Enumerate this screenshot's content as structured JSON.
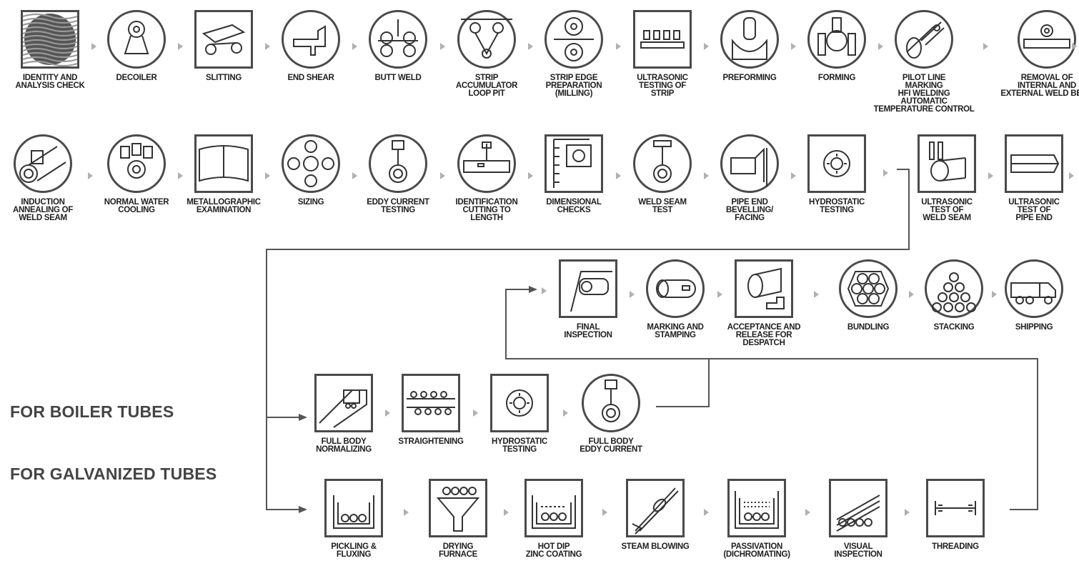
{
  "sections": {
    "boiler_label": "FOR BOILER TUBES",
    "galvanized_label": "FOR GALVANIZED TUBES"
  },
  "row1": [
    {
      "label": "IDENTITY AND\nANALYSIS CHECK",
      "shape": "square",
      "icon": "coil-texture-icon"
    },
    {
      "label": "DECOILER",
      "shape": "circle",
      "icon": "decoiler-icon"
    },
    {
      "label": "SLITTING",
      "shape": "square",
      "icon": "slitting-icon"
    },
    {
      "label": "END SHEAR",
      "shape": "circle",
      "icon": "shear-icon"
    },
    {
      "label": "BUTT WELD",
      "shape": "circle",
      "icon": "butt-weld-icon"
    },
    {
      "label": "STRIP\nACCUMULATOR\nLOOP PIT",
      "shape": "circle",
      "icon": "accumulator-icon"
    },
    {
      "label": "STRIP EDGE\nPREPARATION\n(MILLING)",
      "shape": "circle",
      "icon": "milling-icon"
    },
    {
      "label": "ULTRASONIC\nTESTING OF\nSTRIP",
      "shape": "square",
      "icon": "ultrasonic-strip-icon"
    },
    {
      "label": "PREFORMING",
      "shape": "circle",
      "icon": "preforming-icon"
    },
    {
      "label": "FORMING",
      "shape": "circle",
      "icon": "forming-icon"
    },
    {
      "label": "PILOT LINE\nMARKING\nHFI WELDING\nAUTOMATIC\nTEMPERATURE CONTROL",
      "shape": "circle",
      "icon": "hfi-welding-icon"
    },
    {
      "label": "REMOVAL OF\nINTERNAL AND\nEXTERNAL WELD BEAD",
      "shape": "circle",
      "icon": "bead-removal-icon"
    }
  ],
  "row2": [
    {
      "label": "INDUCTION\nANNEALING OF\nWELD SEAM",
      "shape": "circle",
      "icon": "induction-icon"
    },
    {
      "label": "NORMAL WATER\nCOOLING",
      "shape": "circle",
      "icon": "water-cooling-icon"
    },
    {
      "label": "METALLOGRAPHIC\nEXAMINATION",
      "shape": "square",
      "icon": "metallographic-icon"
    },
    {
      "label": "SIZING",
      "shape": "circle",
      "icon": "sizing-icon"
    },
    {
      "label": "EDDY CURRENT\nTESTING",
      "shape": "circle",
      "icon": "eddy-current-icon"
    },
    {
      "label": "IDENTIFICATION\nCUTTING TO\nLENGTH",
      "shape": "circle",
      "icon": "cutting-icon"
    },
    {
      "label": "DIMENSIONAL\nCHECKS",
      "shape": "square",
      "icon": "caliper-icon"
    },
    {
      "label": "WELD SEAM\nTEST",
      "shape": "circle",
      "icon": "weld-seam-test-icon"
    },
    {
      "label": "PIPE END\nBEVELLING/\nFACING",
      "shape": "circle",
      "icon": "bevelling-icon"
    },
    {
      "label": "HYDROSTATIC\nTESTING",
      "shape": "square",
      "icon": "hydrostatic-icon"
    },
    {
      "label": "ULTRASONIC\nTEST OF\nWELD SEAM",
      "shape": "square",
      "icon": "ultrasonic-weld-icon"
    },
    {
      "label": "ULTRASONIC\nTEST OF\nPIPE END",
      "shape": "square",
      "icon": "ultrasonic-pipe-end-icon"
    }
  ],
  "row3": [
    {
      "label": "FINAL\nINSPECTION",
      "shape": "square",
      "icon": "final-inspection-icon"
    },
    {
      "label": "MARKING AND\nSTAMPING",
      "shape": "circle",
      "icon": "marking-icon"
    },
    {
      "label": "ACCEPTANCE AND\nRELEASE FOR\nDESPATCH",
      "shape": "square",
      "icon": "acceptance-icon"
    },
    {
      "label": "BUNDLING",
      "shape": "circle",
      "icon": "bundling-icon"
    },
    {
      "label": "STACKING",
      "shape": "circle",
      "icon": "stacking-icon"
    },
    {
      "label": "SHIPPING",
      "shape": "circle",
      "icon": "truck-icon"
    }
  ],
  "row4": [
    {
      "label": "FULL BODY\nNORMALIZING",
      "shape": "square",
      "icon": "normalizing-icon"
    },
    {
      "label": "STRAIGHTENING",
      "shape": "square",
      "icon": "straightening-icon"
    },
    {
      "label": "HYDROSTATIC\nTESTING",
      "shape": "square",
      "icon": "hydrostatic-icon"
    },
    {
      "label": "FULL BODY\nEDDY CURRENT",
      "shape": "circle",
      "icon": "eddy-current-icon"
    }
  ],
  "row5": [
    {
      "label": "PICKLING &\nFLUXING",
      "shape": "square",
      "icon": "pickling-icon"
    },
    {
      "label": "DRYING\nFURNACE",
      "shape": "square",
      "icon": "drying-furnace-icon"
    },
    {
      "label": "HOT DIP\nZINC COATING",
      "shape": "square",
      "icon": "zinc-coating-icon"
    },
    {
      "label": "STEAM BLOWING",
      "shape": "square",
      "icon": "steam-blowing-icon"
    },
    {
      "label": "PASSIVATION\n(DICHROMATING)",
      "shape": "square",
      "icon": "passivation-icon"
    },
    {
      "label": "VISUAL\nINSPECTION",
      "shape": "square",
      "icon": "visual-inspection-icon"
    },
    {
      "label": "THREADING",
      "shape": "square",
      "icon": "threading-icon"
    }
  ]
}
